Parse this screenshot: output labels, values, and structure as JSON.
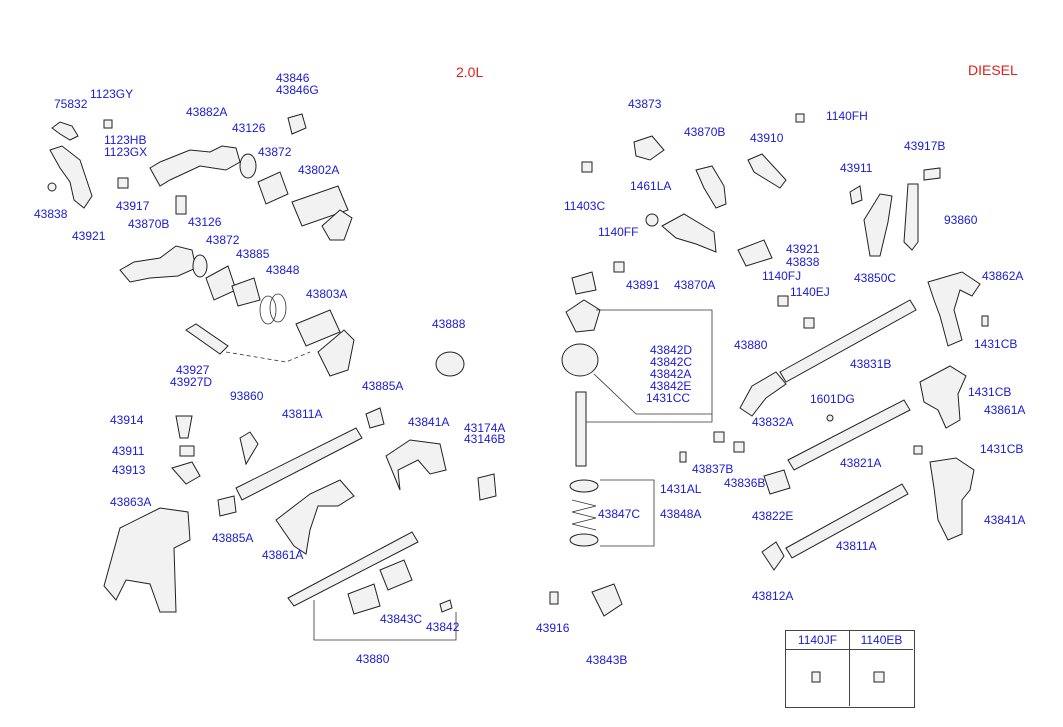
{
  "titles": {
    "left": "2.0L",
    "right": "DIESEL"
  },
  "labels": {
    "l75832": "75832",
    "l1123GY": "1123GY",
    "l1123HB": "1123HB",
    "l1123GX": "1123GX",
    "l43838a": "43838",
    "l43921a": "43921",
    "l43882A": "43882A",
    "l43126a": "43126",
    "l43846": "43846",
    "l43846G": "43846G",
    "l43872a": "43872",
    "l43802A": "43802A",
    "l43917a": "43917",
    "l43870Ba": "43870B",
    "l43126b": "43126",
    "l43872b": "43872",
    "l43885": "43885",
    "l43848a": "43848",
    "l43803A": "43803A",
    "l43927": "43927",
    "l43927D": "43927D",
    "l43888": "43888",
    "l93860a": "93860",
    "l43885Aa": "43885A",
    "l43914": "43914",
    "l43811Aa": "43811A",
    "l43841Aa": "43841A",
    "l43174A": "43174A",
    "l43146B": "43146B",
    "l43911a": "43911",
    "l43913": "43913",
    "l43863A": "43863A",
    "l43885Ab": "43885A",
    "l43861Aa": "43861A",
    "l43843C": "43843C",
    "l43842": "43842",
    "l43880a": "43880",
    "l43873": "43873",
    "l1140FH": "1140FH",
    "l43870Bb": "43870B",
    "l43910": "43910",
    "l43917B": "43917B",
    "l43911b": "43911",
    "l11403C": "11403C",
    "l1461LA": "1461LA",
    "l93860b": "93860",
    "l1140FF": "1140FF",
    "l43921b": "43921",
    "l43838b": "43838",
    "l43850C": "43850C",
    "l1140FJ": "1140FJ",
    "l1140EJ": "1140EJ",
    "l43862A": "43862A",
    "l43891": "43891",
    "l43870A": "43870A",
    "l1431CBa": "1431CB",
    "l43842D": "43842D",
    "l43842C": "43842C",
    "l43842A": "43842A",
    "l43842E": "43842E",
    "l1431CC": "1431CC",
    "l43880b": "43880",
    "l43831B": "43831B",
    "l1431CBb": "1431CB",
    "l43861Ab": "43861A",
    "l1601DG": "1601DG",
    "l43832A": "43832A",
    "l1431CBc": "1431CB",
    "l43821A": "43821A",
    "l43837B": "43837B",
    "l43836B": "43836B",
    "l1431AL": "1431AL",
    "l43822E": "43822E",
    "l43847C": "43847C",
    "l43848A": "43848A",
    "l43841Ab": "43841A",
    "l43811Ab": "43811A",
    "l43812A": "43812A",
    "l43916": "43916",
    "l43843B": "43843B"
  },
  "legend": {
    "col1": "1140JF",
    "col2": "1140EB"
  }
}
